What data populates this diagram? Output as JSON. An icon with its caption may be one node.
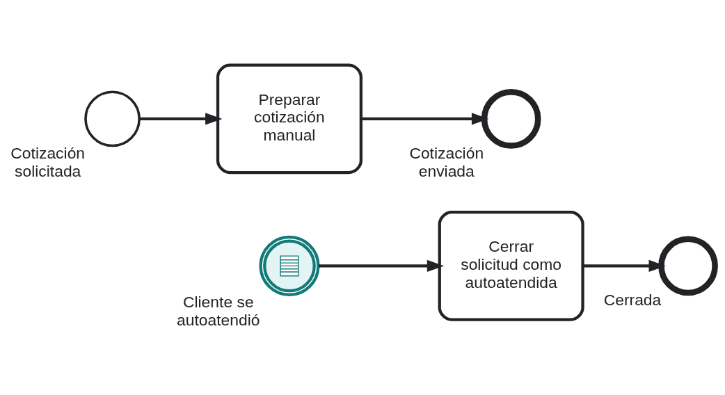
{
  "diagram": {
    "nodes": [
      {
        "text": [],
        "shape": "circle",
        "beside": [
          "Cotización solicitada"
        ]
      },
      {
        "text": [
          "Preparar cotización manual"
        ]
      },
      {
        "text": [],
        "shape": "circle",
        "beside": [
          "Cotización enviada"
        ]
      },
      {
        "text": [],
        "shape": "circle",
        "beside": [
          "Cliente se autoatendió"
        ]
      },
      {
        "text": [
          "Cerrar solicitud como autoatendida"
        ]
      },
      {
        "text": [],
        "shape": "circle",
        "beside": [
          "Cerrada"
        ]
      }
    ],
    "edges": [
      {
        "from": 0,
        "to": 1,
        "arrow": "to"
      },
      {
        "from": 1,
        "to": 2,
        "arrow": "to"
      },
      {
        "from": 3,
        "to": 4,
        "arrow": "to"
      },
      {
        "from": 4,
        "to": 5,
        "arrow": "to"
      }
    ]
  }
}
